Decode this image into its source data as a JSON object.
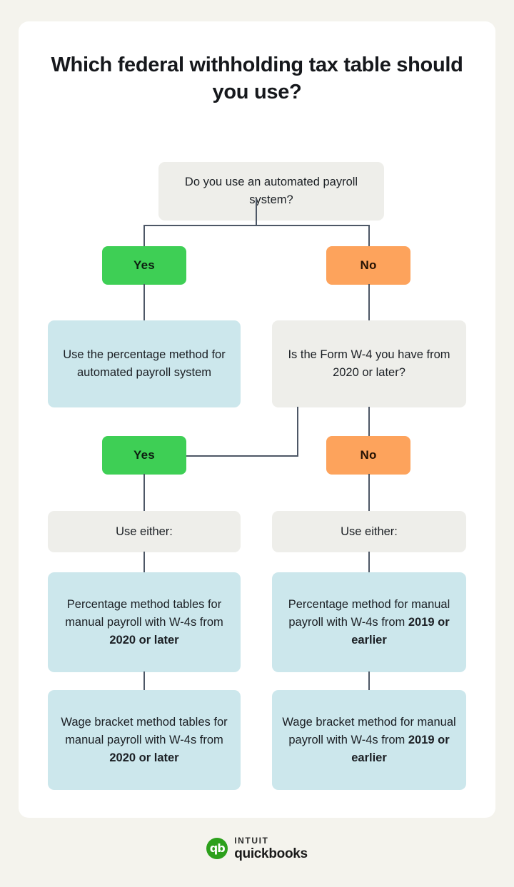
{
  "page": {
    "background_color": "#f4f3ed",
    "card_color": "#ffffff",
    "title": "Which federal withholding tax table should you use?"
  },
  "palette": {
    "yes_green": "#3ecf55",
    "no_orange": "#fda35c",
    "result_blue": "#cce7ec",
    "question_gray": "#eeeeea",
    "connector": "#4d5766",
    "text": "#1b1f24",
    "logo_green": "#2ca01c"
  },
  "flowchart": {
    "root_question": "Do you use an automated payroll system?",
    "branch_labels": {
      "yes": "Yes",
      "no": "No"
    },
    "automated_result": "Use the percentage method for automated payroll system",
    "w4_question": "Is the Form W-4 you have from 2020 or later?",
    "use_either_left": "Use either:",
    "use_either_right": "Use either:",
    "results": {
      "left_percentage": {
        "normal": "Percentage method tables for manual payroll with W-4s from ",
        "bold": "2020 or later"
      },
      "left_wage_bracket": {
        "normal": "Wage bracket method tables for manual payroll with W-4s from ",
        "bold": "2020 or later"
      },
      "right_percentage": {
        "normal": "Percentage method for manual payroll with W-4s from ",
        "bold": "2019 or earlier"
      },
      "right_wage_bracket": {
        "normal": "Wage bracket method for manual payroll with W-4s from ",
        "bold": "2019 or earlier"
      }
    }
  },
  "footer": {
    "logo_mark_text": "qb",
    "brand_top": "INTUIT",
    "brand_bottom": "quickbooks"
  }
}
